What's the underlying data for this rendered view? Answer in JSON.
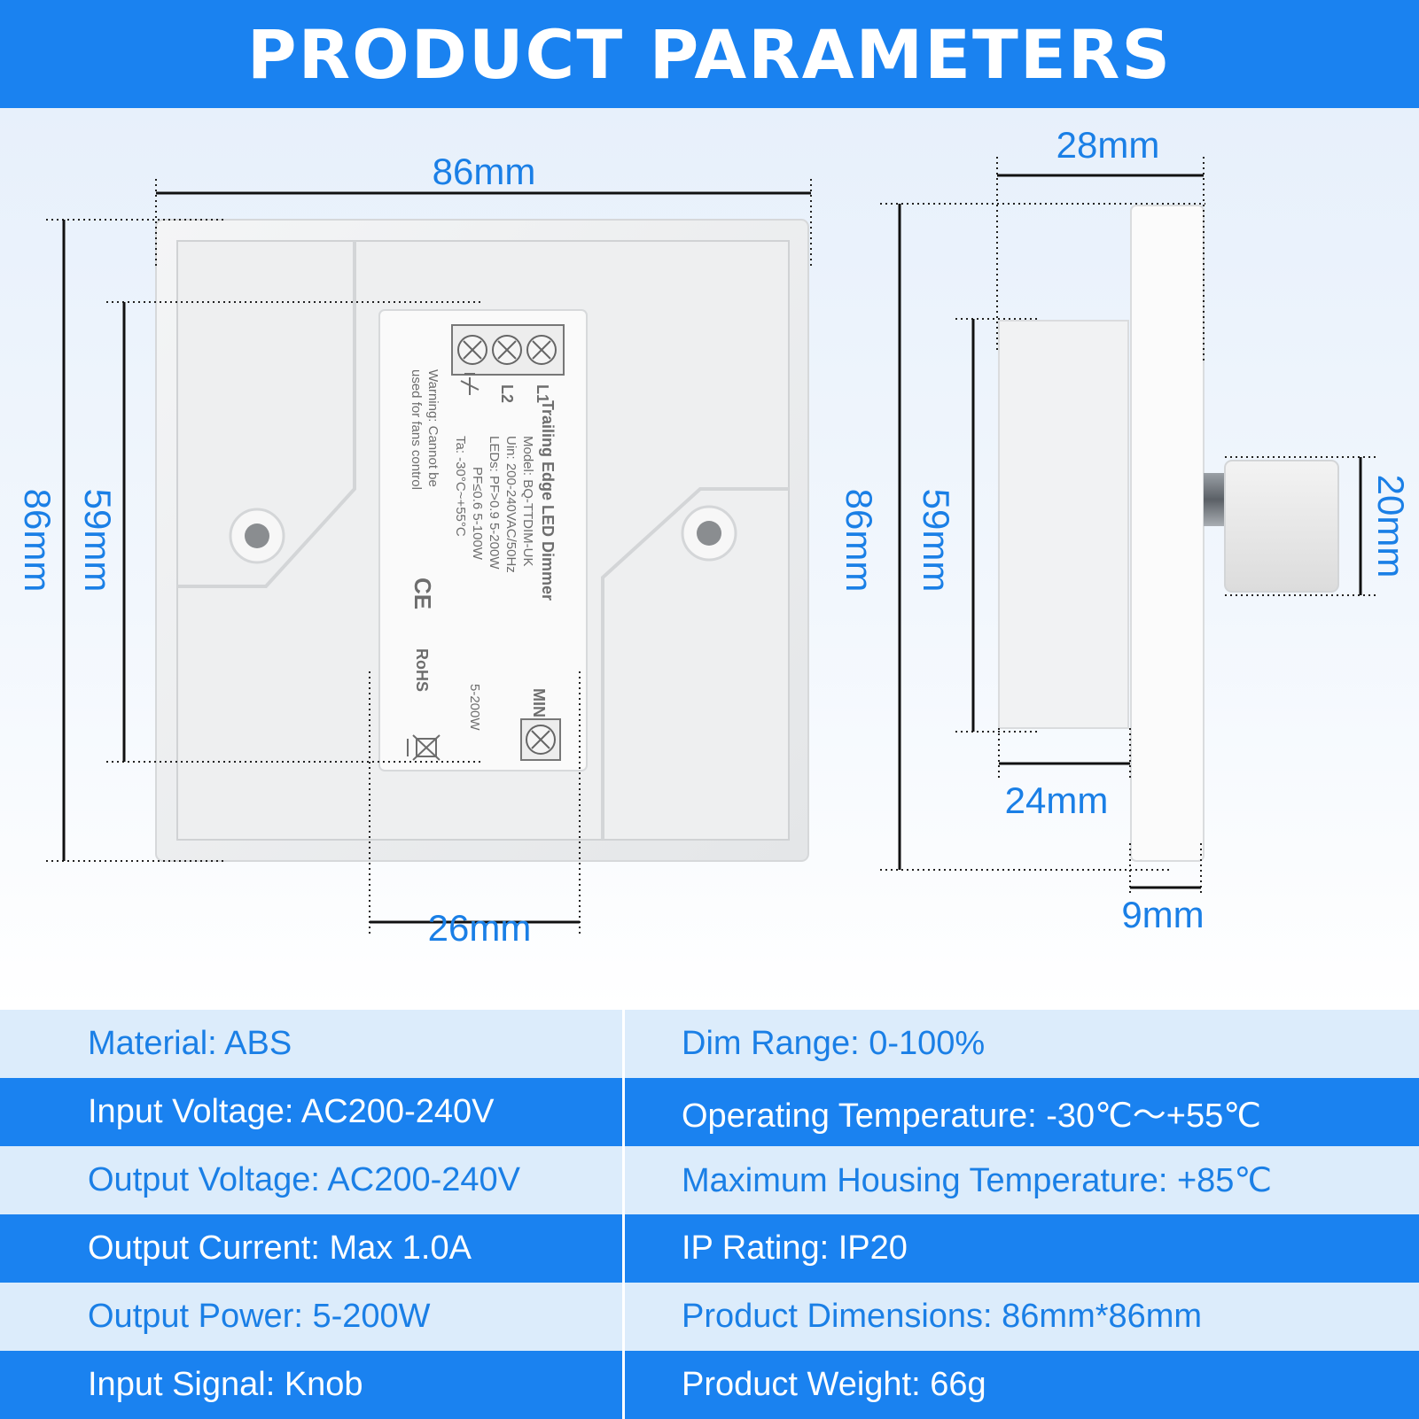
{
  "header": {
    "title": "PRODUCT PARAMETERS"
  },
  "front_view": {
    "width_label": "86mm",
    "height_label": "86mm",
    "inner_height_label": "59mm",
    "inner_width_label": "26mm",
    "label_lines": [
      "Trailing Edge LED Dimmer",
      "Model: BQ-TTDIM-UK",
      "Uin: 200-240VAC/50Hz",
      "LEDs: PF>0.9 5-200W",
      "PF≤0.6 5-100W",
      "Ta: -30°C~+55°C",
      "Warning: Cannot be",
      "used for fans control"
    ],
    "terminals": [
      "L1",
      "L2"
    ],
    "min_label": "MIN",
    "power_label": "5-200W",
    "ce_mark": "CE",
    "rohs_mark": "RoHS"
  },
  "side_view": {
    "depth_label": "28mm",
    "height_label": "86mm",
    "body_height_label": "59mm",
    "body_depth_label": "24mm",
    "plate_depth_label": "9mm",
    "knob_label": "20mm"
  },
  "specs": [
    {
      "left": "Material: ABS",
      "right": "Dim Range: 0-100%"
    },
    {
      "left": "Input Voltage: AC200-240V",
      "right": "Operating Temperature: -30℃～+55℃"
    },
    {
      "left": "Output Voltage: AC200-240V",
      "right": "Maximum Housing Temperature: +85℃"
    },
    {
      "left": "Output Current: Max 1.0A",
      "right": "IP Rating: IP20"
    },
    {
      "left": "Output Power: 5-200W",
      "right": "Product Dimensions: 86mm*86mm"
    },
    {
      "left": "Input Signal: Knob",
      "right": "Product Weight: 66g"
    }
  ]
}
